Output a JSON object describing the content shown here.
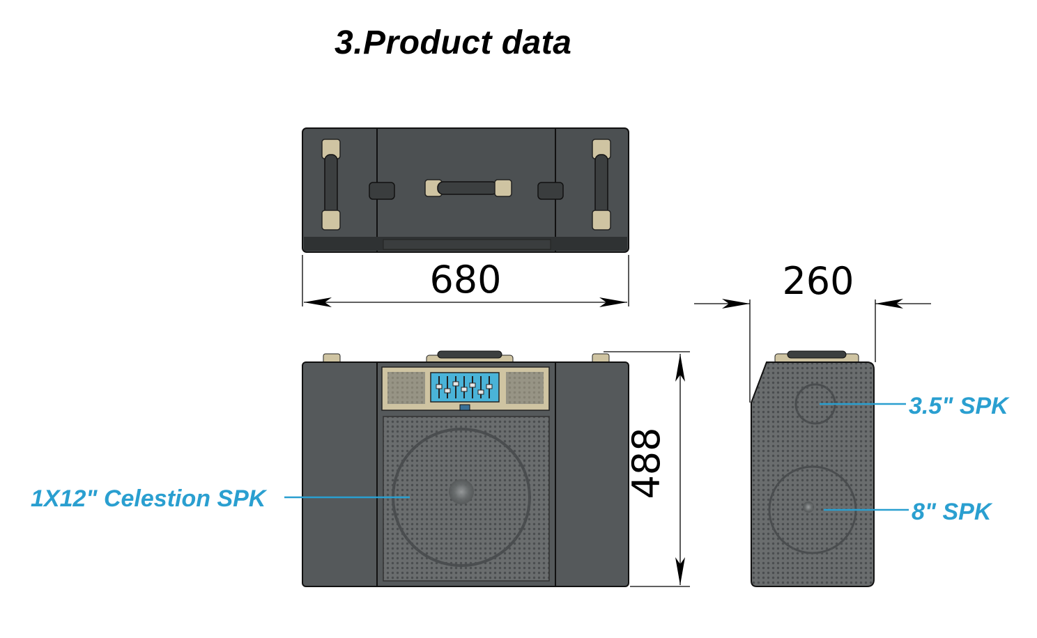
{
  "title": "3.Product data",
  "dimensions": {
    "width": "680",
    "depth": "260",
    "height": "488"
  },
  "callouts": {
    "woofer": "1X12\" Celestion SPK",
    "tweeter": "3.5\" SPK",
    "mid": "8\" SPK"
  },
  "colors": {
    "callout": "#2a9fd0",
    "body": "#55595b",
    "grille": "#6a6d6e",
    "panel": "#cfc4a2"
  }
}
